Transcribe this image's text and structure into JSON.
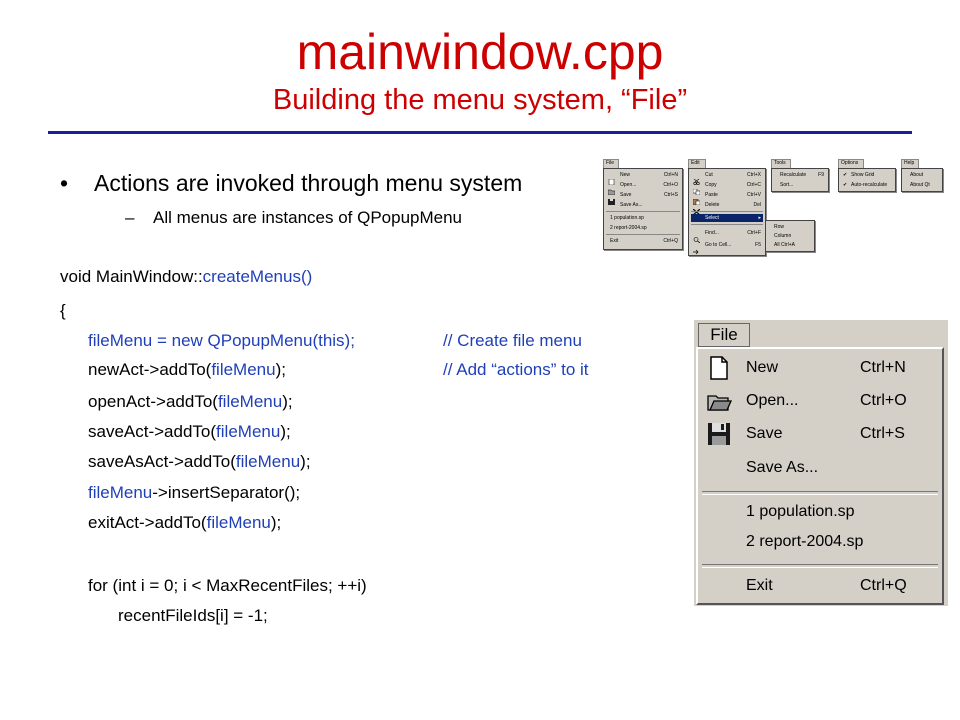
{
  "title": "mainwindow.cpp",
  "subtitle": "Building the menu system, “File”",
  "bullet": {
    "marker": "•",
    "text": "Actions are invoked through menu system",
    "sub_marker": "–",
    "sub_text": "All menus are instances of QPopupMenu"
  },
  "code": {
    "l1_a": "void MainWindow::",
    "l1_b": "createMenus()",
    "l2": "{",
    "l3_a": "fileMenu = new QPopupMenu(this);",
    "l3_c": "// Create file menu",
    "l4_a": "newAct->addTo(",
    "l4_b": "fileMenu",
    "l4_c": ");",
    "l4_d": "// Add “actions” to it",
    "l5_a": "openAct->addTo(",
    "l5_b": "fileMenu",
    "l5_c": ");",
    "l6_a": "saveAct->addTo(",
    "l6_b": "fileMenu",
    "l6_c": ");",
    "l7_a": "saveAsAct->addTo(",
    "l7_b": "fileMenu",
    "l7_c": ");",
    "l8_a": "fileMenu",
    "l8_b": "->insertSeparator();",
    "l9_a": "exitAct->addTo(",
    "l9_b": "fileMenu",
    "l9_c": ");",
    "l10": "for (int i = 0; i < MaxRecentFiles; ++i)",
    "l11": "recentFileIds[i] = -1;"
  },
  "small_menus": {
    "file": {
      "title": "File",
      "items": [
        {
          "label": "New",
          "shortcut": "Ctrl+N",
          "icon": "new-file-icon"
        },
        {
          "label": "Open...",
          "shortcut": "Ctrl+O",
          "icon": "folder-icon"
        },
        {
          "label": "Save",
          "shortcut": "Ctrl+S",
          "icon": "save-icon"
        },
        {
          "label": "Save As...",
          "shortcut": ""
        },
        {
          "label": "1 population.sp",
          "shortcut": ""
        },
        {
          "label": "2 report-2004.sp",
          "shortcut": ""
        },
        {
          "label": "Exit",
          "shortcut": "Ctrl+Q"
        }
      ]
    },
    "edit": {
      "title": "Edit",
      "items": [
        {
          "label": "Cut",
          "shortcut": "Ctrl+X",
          "icon": "scissors-icon"
        },
        {
          "label": "Copy",
          "shortcut": "Ctrl+C",
          "icon": "copy-icon"
        },
        {
          "label": "Paste",
          "shortcut": "Ctrl+V",
          "icon": "paste-icon"
        },
        {
          "label": "Delete",
          "shortcut": "Del",
          "icon": "delete-icon"
        },
        {
          "label": "Select",
          "shortcut": "▸"
        },
        {
          "label": "Find...",
          "shortcut": "Ctrl+F",
          "icon": "find-icon"
        },
        {
          "label": "Go to Cell...",
          "shortcut": "F5",
          "icon": "goto-icon"
        }
      ],
      "submenu": [
        "Row",
        "Column",
        "All    Ctrl+A"
      ]
    },
    "tools": {
      "title": "Tools",
      "items": [
        {
          "label": "Recalculate",
          "shortcut": "F9"
        },
        {
          "label": "Sort...",
          "shortcut": ""
        }
      ]
    },
    "options": {
      "title": "Options",
      "items": [
        {
          "label": "Show Grid",
          "shortcut": "✔"
        },
        {
          "label": "Auto-recalculate",
          "shortcut": "✔"
        }
      ]
    },
    "help": {
      "title": "Help",
      "items": [
        {
          "label": "About",
          "shortcut": ""
        },
        {
          "label": "About Qt",
          "shortcut": ""
        }
      ]
    }
  },
  "big_menu": {
    "title": "File",
    "items": [
      {
        "label": "New",
        "shortcut": "Ctrl+N",
        "icon": "new-file-icon"
      },
      {
        "label": "Open...",
        "shortcut": "Ctrl+O",
        "icon": "folder-icon"
      },
      {
        "label": "Save",
        "shortcut": "Ctrl+S",
        "icon": "save-icon"
      },
      {
        "label": "Save As...",
        "shortcut": ""
      },
      {
        "label": "1 population.sp",
        "shortcut": ""
      },
      {
        "label": "2 report-2004.sp",
        "shortcut": ""
      },
      {
        "label": "Exit",
        "shortcut": "Ctrl+Q"
      }
    ]
  },
  "colors": {
    "title": "#cc0000",
    "code_blue": "#1f3fb8",
    "rule": "#1c1ca0",
    "menu_bg": "#d4d0c8"
  }
}
